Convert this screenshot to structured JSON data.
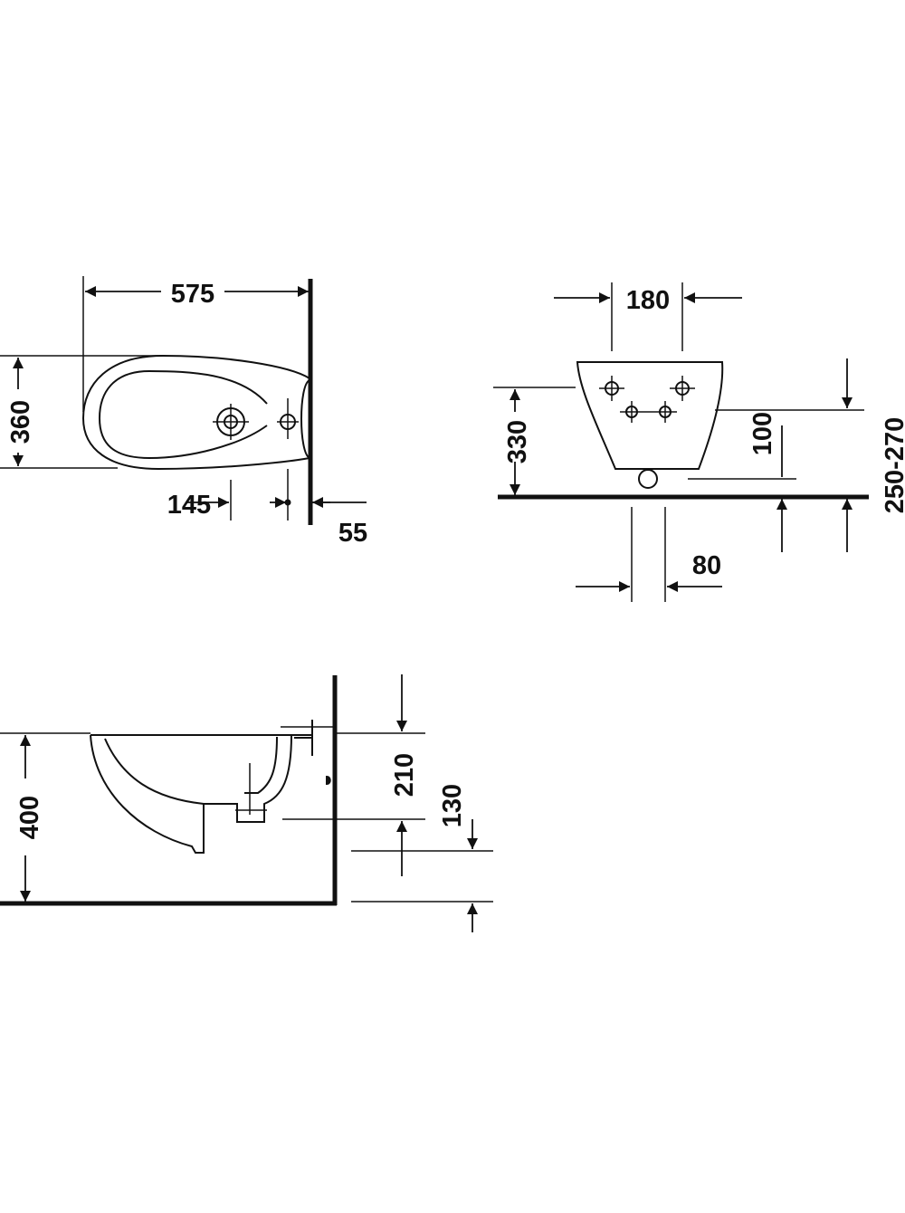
{
  "diagram": {
    "line_color": "#111111",
    "background": "#ffffff",
    "top_view": {
      "overall_length": "575",
      "overall_width": "360",
      "tap_hole_offset": "145",
      "fixing_offset": "55"
    },
    "front_view": {
      "fixing_spacing": "180",
      "bowl_height": "330",
      "fixing_height": "100",
      "waste_spacing": "80",
      "fixing_height_range": "250-270"
    },
    "side_view": {
      "rim_height": "400",
      "waste_height": "210",
      "waste_offset": "130"
    }
  }
}
